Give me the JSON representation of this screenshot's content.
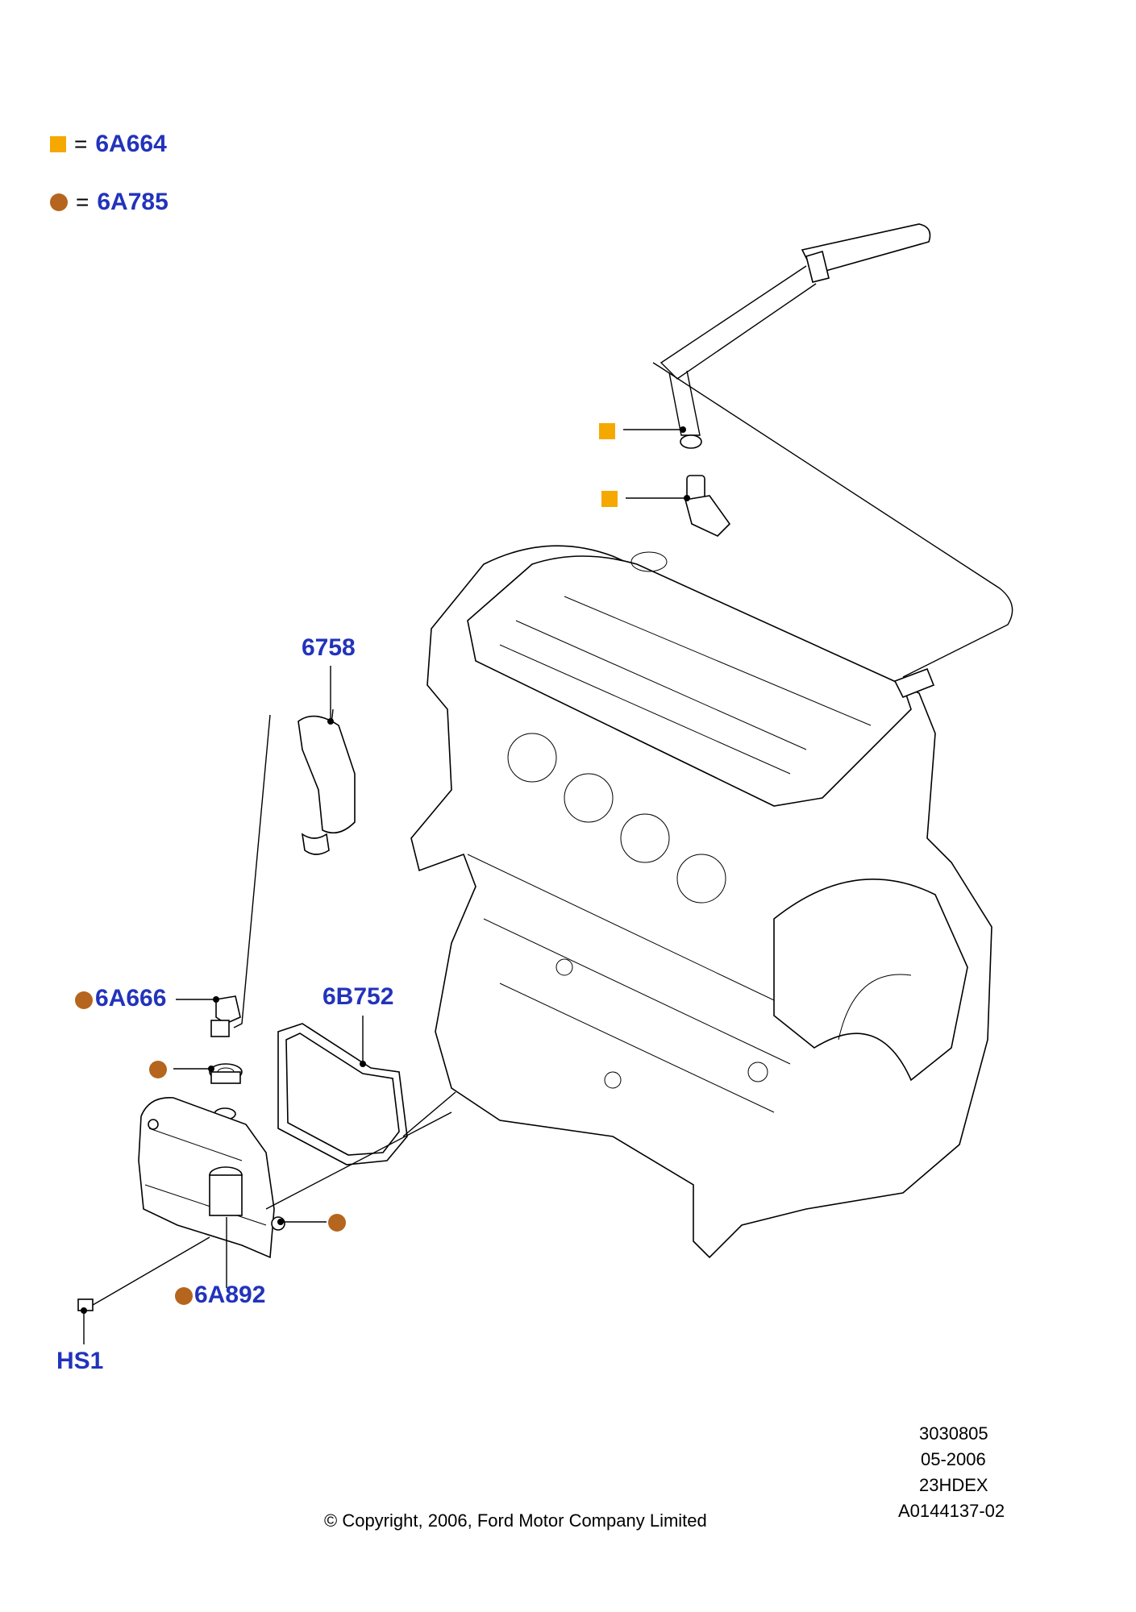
{
  "colors": {
    "square_marker": "#f5a800",
    "circle_marker": "#b5651d",
    "part_label": "#2233bb"
  },
  "legend": [
    {
      "symbol": "square",
      "equals": "=",
      "code": "6A664"
    },
    {
      "symbol": "circle",
      "equals": "=",
      "code": "6A785"
    }
  ],
  "parts": {
    "p6758": "6758",
    "p6A666": "6A666",
    "p6B752": "6B752",
    "p6A892": "6A892",
    "pHS1": "HS1"
  },
  "footer": {
    "ref_number": "3030805",
    "date": "05-2006",
    "engine_code": "23HDEX",
    "illustration_id": "A0144137-02",
    "copyright": "© Copyright, 2006, Ford Motor Company Limited"
  }
}
